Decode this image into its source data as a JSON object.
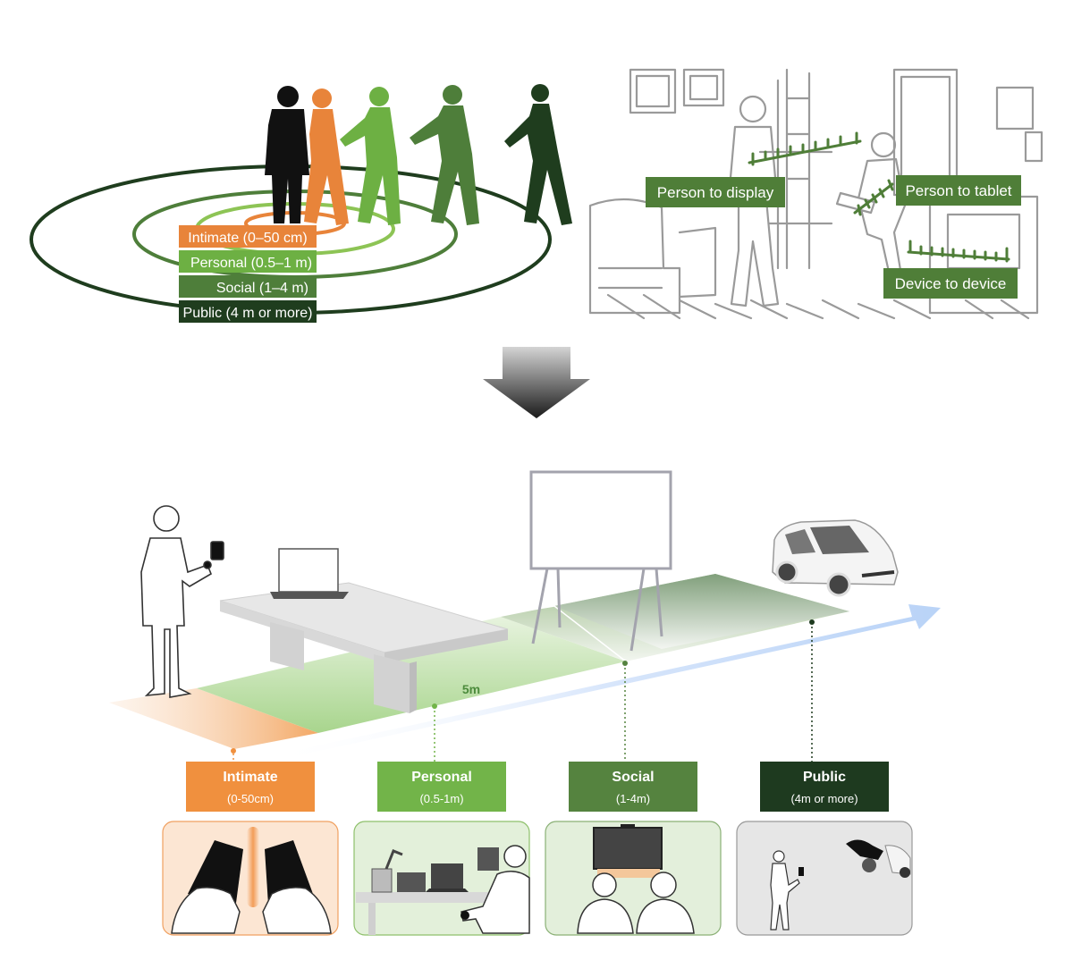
{
  "top_left": {
    "zones": [
      {
        "key": "intimate",
        "label": "Intimate (0–50 cm)",
        "color": "#E8843A"
      },
      {
        "key": "personal",
        "label": "Personal (0.5–1 m)",
        "color": "#6DB043"
      },
      {
        "key": "social",
        "label": "Social (1–4 m)",
        "color": "#4E7E3A"
      },
      {
        "key": "public",
        "label": "Public (4 m or more)",
        "color": "#1F3D1E"
      }
    ]
  },
  "top_right": {
    "labels": {
      "person_display": "Person to display",
      "person_tablet": "Person to tablet",
      "device_device": "Device to device"
    },
    "label_color": "#4F7E38"
  },
  "bottom": {
    "distance_label": "5m",
    "zones": [
      {
        "key": "intimate",
        "name": "Intimate",
        "range": "(0-50cm)",
        "color": "#F0903E"
      },
      {
        "key": "personal",
        "name": "Personal",
        "range": "(0.5-1m)",
        "color": "#72B449"
      },
      {
        "key": "social",
        "name": "Social",
        "range": "(1-4m)",
        "color": "#55833F"
      },
      {
        "key": "public",
        "name": "Public",
        "range": "(4m or more)",
        "color": "#1E3A1F"
      }
    ],
    "scene_icons": {
      "intimate": "two-phones-icon",
      "personal": "desk-devices-icon",
      "social": "tv-group-icon",
      "public": "person-car-icon"
    }
  }
}
